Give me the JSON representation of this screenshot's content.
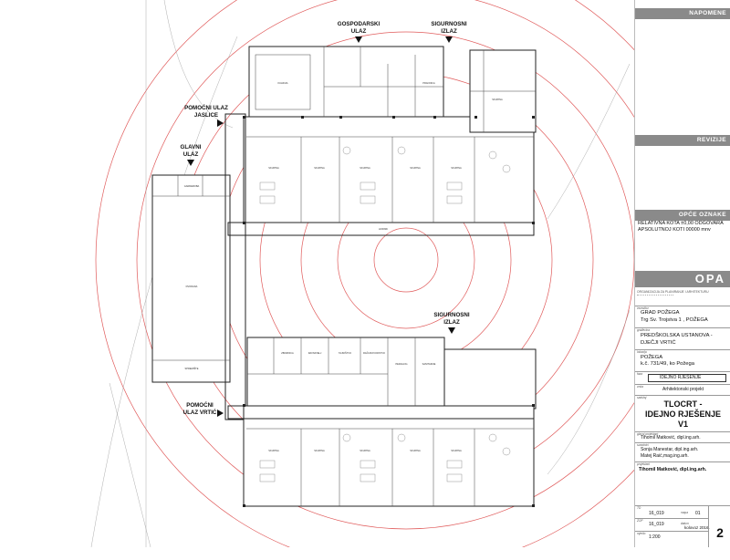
{
  "plan": {
    "entrances": {
      "gospodarski": [
        "GOSPODARSKI",
        "ULAZ"
      ],
      "sigurnosni_top": [
        "SIGURNOSNI",
        "IZLAZ"
      ],
      "pomocni_jaslice": [
        "POMOĆNI ULAZ",
        "JASLICE"
      ],
      "glavni": [
        "GLAVNI",
        "ULAZ"
      ],
      "sigurnosni_mid": [
        "SIGURNOSNI",
        "IZLAZ"
      ],
      "pomocni_vrtic": [
        "POMOĆNI",
        "ULAZ VRTIĆ"
      ]
    },
    "rooms": {
      "kuhinja": "KUHINJA",
      "pranica": "PRAONICA",
      "skupina": "SKUPINA",
      "dvorana": "DVORANA",
      "zbornica": "ZBORNICA",
      "ravnatelj": "RAVNATELJ",
      "pedagog": "PEDAGOG",
      "tajnistvo": "TAJNIŠTVO",
      "racunovodstvo": "RAČUNOVODSTVO",
      "garderoba": "GARDEROBA",
      "spremiste": "SPREMIŠTE",
      "sanitarije": "SANITARIJE",
      "hodnik": "HODNIK"
    }
  },
  "titleblock": {
    "napomene": "NAPOMENE",
    "revizije": "REVIZIJE",
    "opce_oznake": "OPĆE OZNAKE",
    "kota_line1": "RELATIVNA KOTA ±0,00 ODGOVARA",
    "kota_line2": "APSOLUTNOJ KOTI  00000 mnv",
    "logo": "OPA",
    "org_line1": "ORGANIZACIJA ZA PLANIRANJE I ARHITEKTURU",
    "investitor_label": "investitor",
    "investitor_line1": "GRAD POŽEGA",
    "investitor_line2": "Trg Sv. Trojstva 1 , POŽEGA",
    "gradevina_label": "građevina",
    "gradevina_line1": "PREDŠKOLSKA USTANOVA -",
    "gradevina_line2": "DJEČJI VRTIĆ",
    "lokacija_label": "lokacija",
    "lokacija_line1": "POŽEGA",
    "lokacija_line2": "k.č. 731/49, ko Požega",
    "faza_label": "faza",
    "faza_value": "IDEJNO RJEŠENJE",
    "vrsta_label": "vrsta",
    "vrsta_value": "Arhitektonski projekt",
    "sadrzaj_label": "sadržaj",
    "sadrzaj_line1": "TLOCRT -",
    "sadrzaj_line2": "IDEJNO RJEŠENJE",
    "sadrzaj_line3": "V1",
    "glavni_label": "glavni projektant",
    "glavni_value": "Tihomil Matković, dipl.ing.arh.",
    "suradnici_label": "suradnici",
    "suradnici_line1": "Sonja Manestar, dipl.ing.arh.",
    "suradnici_line2": "Matej Raić,mag.ing.arh.",
    "projektant_label": "projektant",
    "projektant_value": "Tihomil Matković, dipl.ing.arh.",
    "td_label": "TD",
    "td_value": "16_019",
    "zop_label": "ZOP",
    "zop_value": "16_019",
    "mapa_label": "mapa",
    "mapa_value": "01",
    "datum_label": "datum",
    "datum_value": "kolovoz 2016.",
    "mjerilo_label": "mjerilo",
    "mjerilo_value": "1:200",
    "sheet": "2"
  }
}
